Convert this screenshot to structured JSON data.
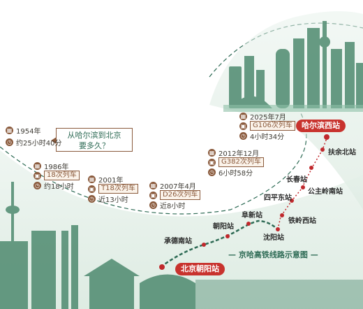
{
  "question": {
    "line1": "从哈尔滨到北京",
    "line2": "要多久？"
  },
  "milestones": [
    {
      "year": "1954年",
      "duration": "约25小时40分"
    },
    {
      "year": "1986年",
      "train": "18次列车",
      "duration": "约18小时"
    },
    {
      "year": "2001年",
      "train": "T18次列车",
      "duration": "近13小时"
    },
    {
      "year": "2007年4月",
      "train": "D26次列车",
      "duration": "近8小时"
    },
    {
      "year": "2012年12月",
      "train": "G382次列车",
      "duration": "6小时58分"
    },
    {
      "year": "2025年7月",
      "train": "G106次列车",
      "duration": "4小时34分"
    }
  ],
  "stations": {
    "harbin_west": "哈尔滨西站",
    "fuyu_north": "扶余北站",
    "changchun": "长春站",
    "gongzhuling_south": "公主岭南站",
    "siping_east": "四平东站",
    "tieling_west": "铁岭西站",
    "fuxin": "阜新站",
    "shenyang": "沈阳站",
    "chaoyang": "朝阳站",
    "chengde_south": "承德南站",
    "beijing_chaoyang": "北京朝阳站"
  },
  "caption": "京哈高铁线路示意图",
  "colors": {
    "accent": "#8a5a3c",
    "green": "#2e6b55",
    "route_red": "#c0282c",
    "badge_red": "#c8332e"
  },
  "icons": {
    "calendar": "calendar-icon",
    "train": "train-icon",
    "clock": "clock-icon"
  }
}
